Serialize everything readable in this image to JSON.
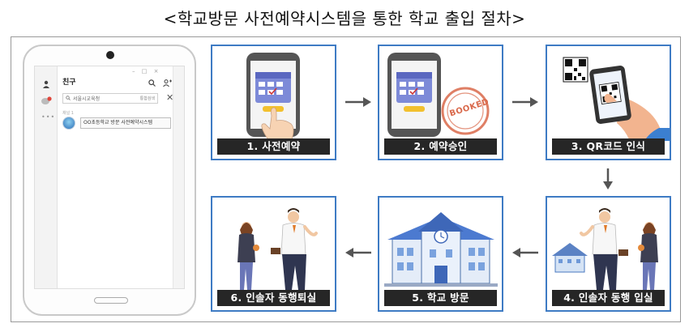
{
  "title": "<학교방문 사전예약시스템을 통한 학교 출입 절차>",
  "phone": {
    "header": "친구",
    "search_value": "서울시교육청",
    "search_tag": "통합검색",
    "section_label": "채널 1",
    "chat_item_name": "OO초등학교 방문 사전예약시스템"
  },
  "steps": [
    {
      "label": "1. 사전예약"
    },
    {
      "label": "2. 예약승인"
    },
    {
      "label": "3. QR코드 인식"
    },
    {
      "label": "4. 인솔자 동행 입실"
    },
    {
      "label": "5. 학교 방문"
    },
    {
      "label": "6. 인솔자 동행퇴실"
    }
  ],
  "stamp_text": "BOOKED",
  "colors": {
    "step_border": "#3e7bc4",
    "label_bg": "#262626",
    "arrow": "#555555",
    "stamp": "#d9684a"
  }
}
